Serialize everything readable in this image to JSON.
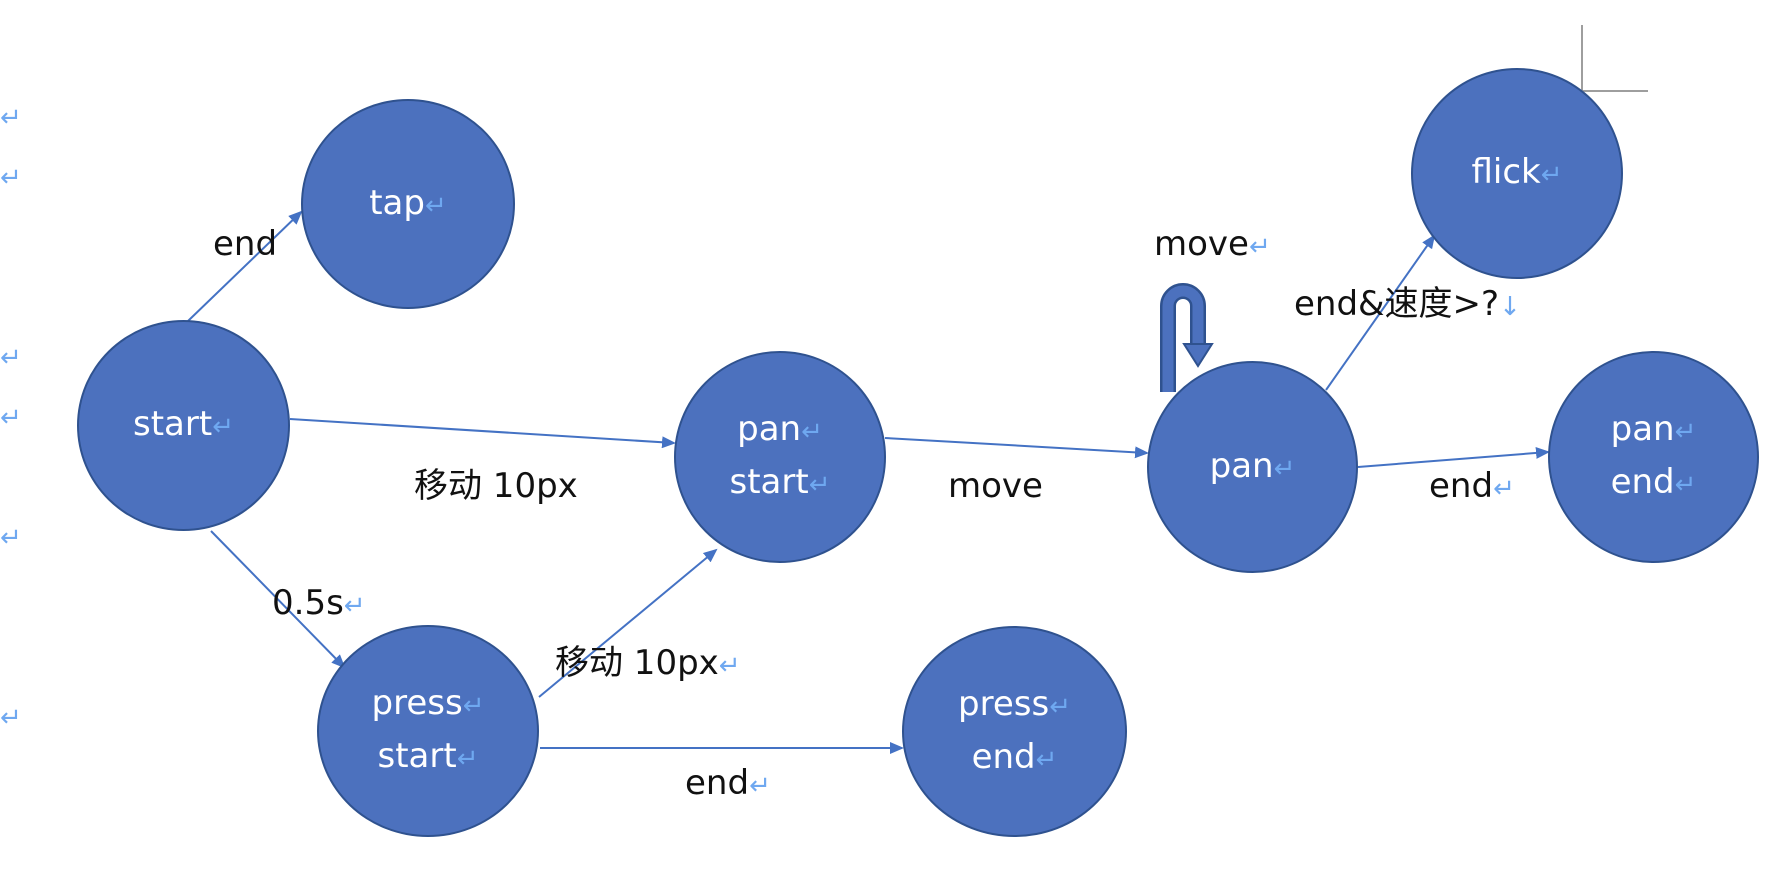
{
  "colors": {
    "node_fill": "#4c71be",
    "node_border": "#2f528f",
    "edge": "#4472c4",
    "return_mark": "#6fa8f0",
    "text": "#111111"
  },
  "return_mark": "↵",
  "down_mark": "↓",
  "nodes": {
    "tap": [
      "tap"
    ],
    "start": [
      "start"
    ],
    "pan_start": [
      "pan",
      "start"
    ],
    "pan": [
      "pan"
    ],
    "flick": [
      "flick"
    ],
    "pan_end": [
      "pan",
      "end"
    ],
    "press_start": [
      "press",
      "start"
    ],
    "press_end": [
      "press",
      "end"
    ]
  },
  "edges": {
    "start_tap": "end",
    "start_pan_start": "移动 10px",
    "start_press_start": "0.5s",
    "press_start_pan_start": "移动 10px",
    "press_start_press_end": "end",
    "pan_start_pan": "move",
    "pan_self_loop": "move",
    "pan_flick": "end&速度>?",
    "pan_pan_end": "end"
  }
}
